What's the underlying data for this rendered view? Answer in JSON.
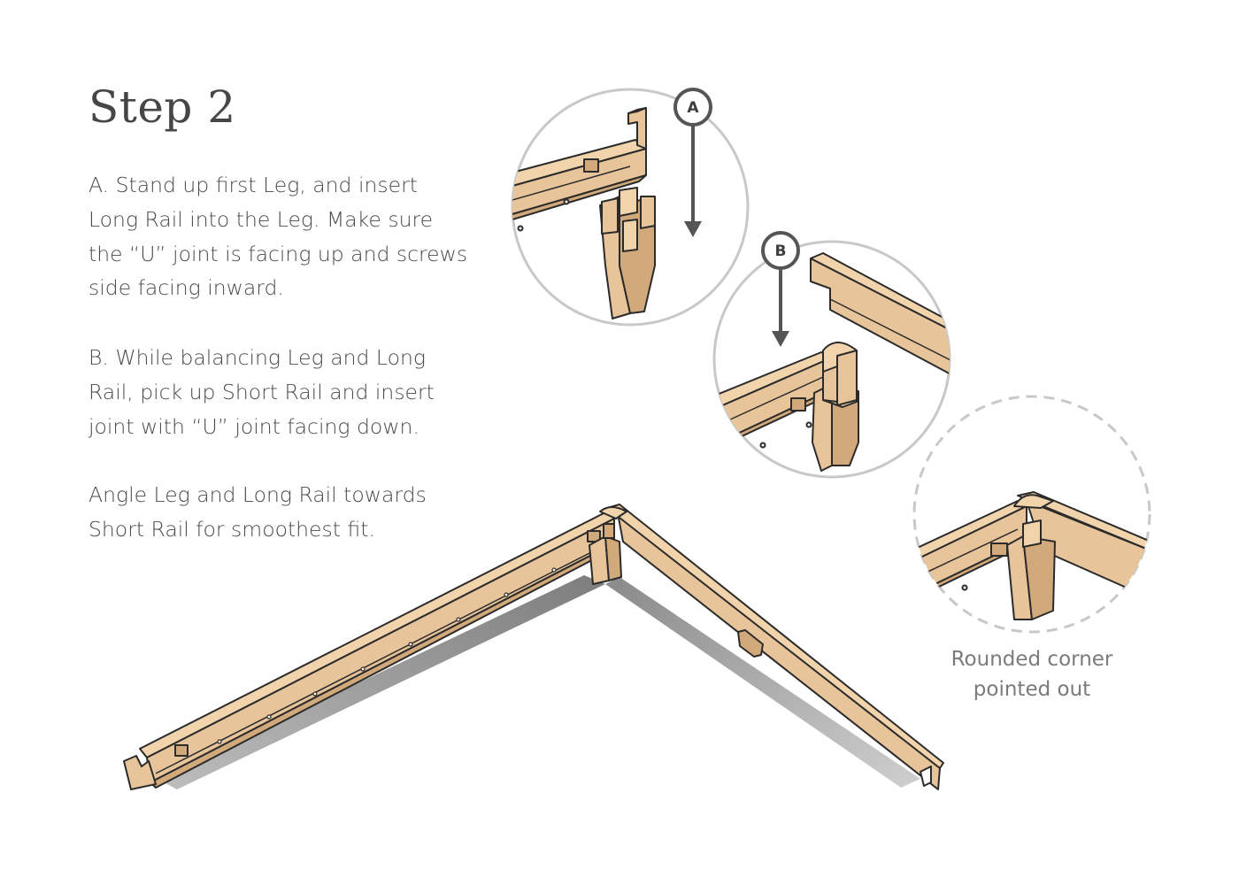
{
  "page": {
    "title": "Step 2",
    "paragraphs": {
      "a": "A. Stand up first Leg, and insert\nLong Rail into the Leg.  Make sure\nthe “U” joint is facing up and screws\nside facing inward.",
      "b": "B. While balancing Leg and Long\nRail, pick up Short Rail and insert\njoint with “U” joint facing down.",
      "c": "Angle Leg and Long Rail towards\nShort Rail for smoothest fit."
    },
    "callouts": {
      "a_label": "A",
      "b_label": "B"
    },
    "caption": "Rounded corner\npointed out"
  },
  "colors": {
    "wood": "#e8c49a",
    "wood_light": "#f1d3ac",
    "wood_dark": "#d2a97a",
    "outline": "#2b2b2b",
    "circle": "#c8c8c8",
    "arrow": "#555555"
  },
  "icons": [
    "arrow-down-icon",
    "arrow-down-icon"
  ]
}
